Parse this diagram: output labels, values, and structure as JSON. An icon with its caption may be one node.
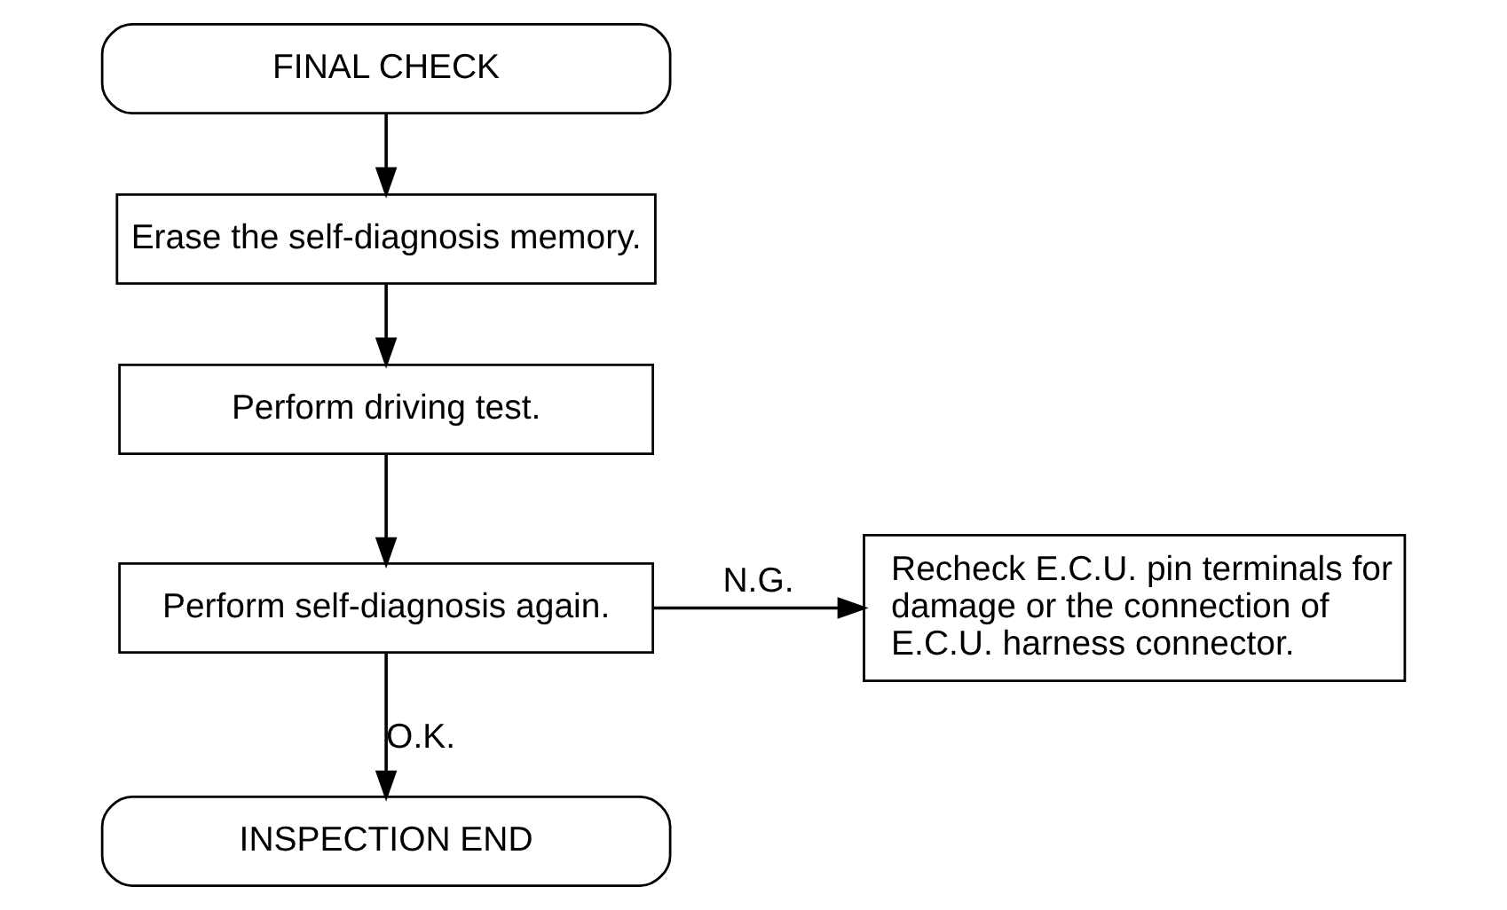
{
  "diagram": {
    "nodes": [
      {
        "text": [
          "FINAL CHECK"
        ]
      },
      {
        "text": [
          "Erase the self-diagnosis memory."
        ]
      },
      {
        "text": [
          "Perform driving test."
        ]
      },
      {
        "text": [
          "Perform self-diagnosis again."
        ]
      },
      {
        "text": [
          "Recheck E.C.U. pin terminals for damage or the connection of E.C.U. harness connector."
        ]
      },
      {
        "text": [
          "INSPECTION END"
        ]
      }
    ],
    "edges": [
      {
        "from": 0,
        "to": 1,
        "arrow": "to"
      },
      {
        "from": 1,
        "to": 2,
        "arrow": "to"
      },
      {
        "from": 2,
        "to": 3,
        "arrow": "to"
      },
      {
        "from": 3,
        "to": 4,
        "label": "N.G.",
        "arrow": "to"
      },
      {
        "from": 3,
        "to": 5,
        "label": "O.K.",
        "arrow": "to"
      }
    ]
  }
}
